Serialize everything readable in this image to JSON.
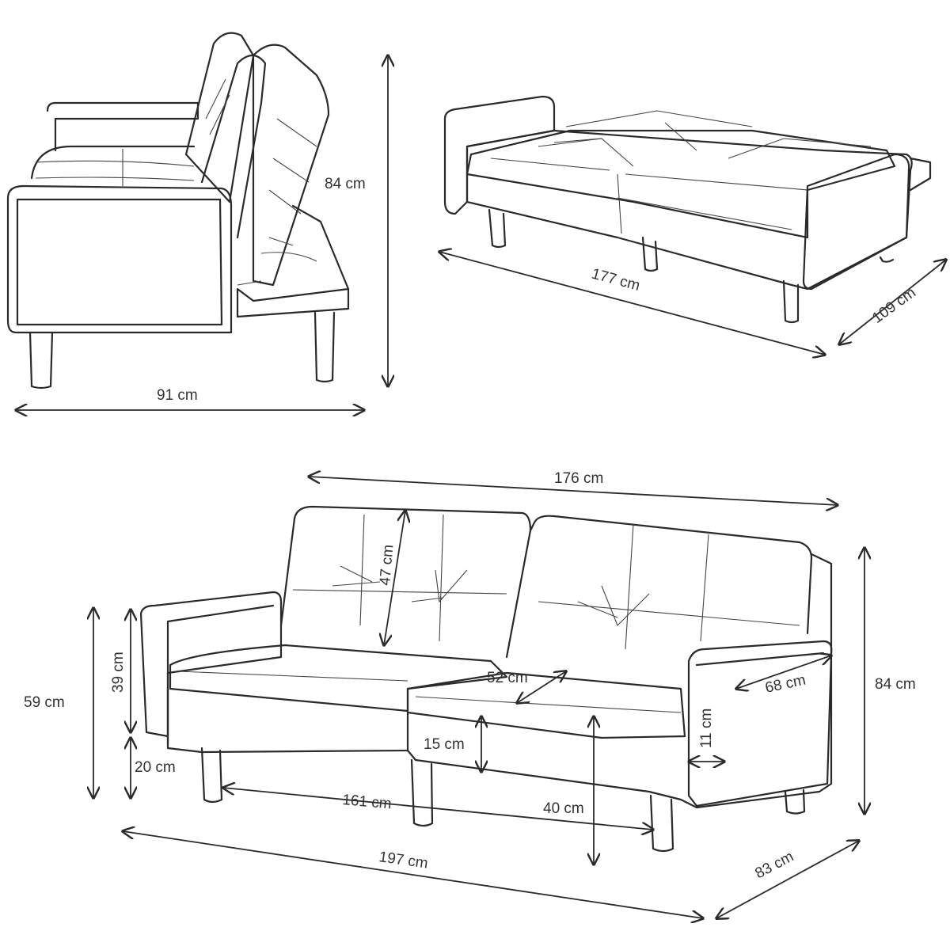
{
  "diagram": {
    "side_view": {
      "height_label": "84 cm",
      "depth_label": "91 cm"
    },
    "bed_view": {
      "length_label": "177 cm",
      "width_label": "109 cm"
    },
    "front_view": {
      "back_width_label": "176 cm",
      "back_height_label": "47 cm",
      "arm_height_label": "39 cm",
      "total_seat_height_label": "59 cm",
      "leg_height_label": "20 cm",
      "seat_depth_label": "52 cm",
      "arm_depth_label": "68 cm",
      "total_height_label": "84 cm",
      "cushion_label": "15 cm",
      "arm_width_label": "11 cm",
      "seat_width_label": "161 cm",
      "seat_height_label": "40 cm",
      "total_width_label": "197 cm",
      "total_depth_label": "83 cm"
    }
  }
}
